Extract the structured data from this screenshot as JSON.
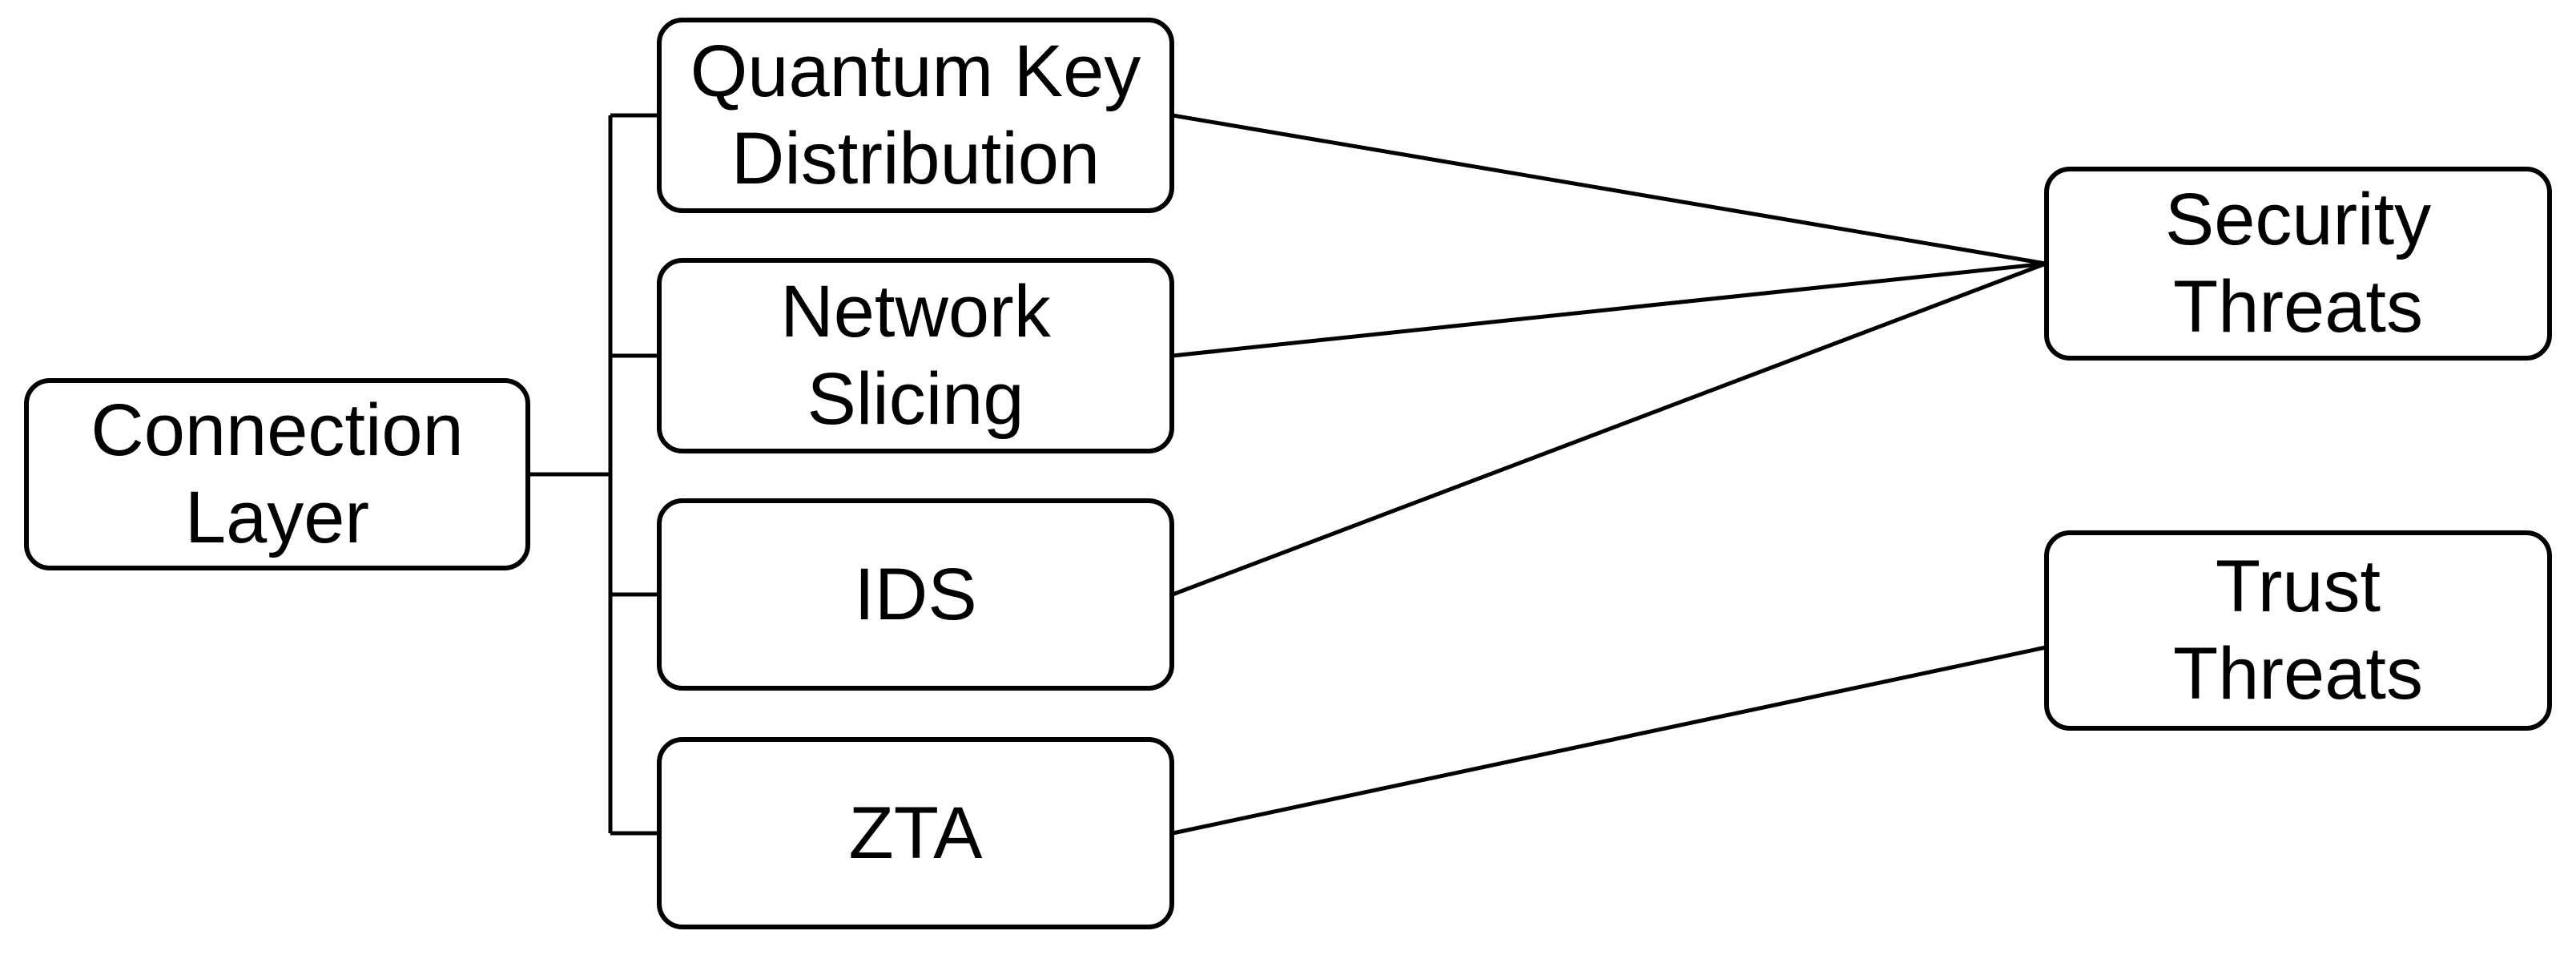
{
  "diagram": {
    "type": "flowchart",
    "background_color": "#ffffff",
    "node_fill_color": "#ffffff",
    "stroke_color": "#000000",
    "text_color": "#000000"
  },
  "nodes": {
    "connection_layer": {
      "label": "Connection Layer",
      "lines": [
        "Connection",
        "Layer"
      ]
    },
    "quantum_key_distribution": {
      "label": "Quantum Key Distribution",
      "lines": [
        "Quantum Key",
        "Distribution"
      ]
    },
    "network_slicing": {
      "label": "Network Slicing",
      "lines": [
        "Network",
        "Slicing"
      ]
    },
    "ids": {
      "label": "IDS",
      "lines": [
        "IDS"
      ]
    },
    "zta": {
      "label": "ZTA",
      "lines": [
        "ZTA"
      ]
    },
    "security_threats": {
      "label": "Security Threats",
      "lines": [
        "Security",
        "Threats"
      ]
    },
    "trust_threats": {
      "label": "Trust Threats",
      "lines": [
        "Trust",
        "Threats"
      ]
    }
  },
  "edges": [
    {
      "from": "Connection Layer",
      "to": "Quantum Key Distribution"
    },
    {
      "from": "Connection Layer",
      "to": "Network Slicing"
    },
    {
      "from": "Connection Layer",
      "to": "IDS"
    },
    {
      "from": "Connection Layer",
      "to": "ZTA"
    },
    {
      "from": "Quantum Key Distribution",
      "to": "Security Threats"
    },
    {
      "from": "Network Slicing",
      "to": "Security Threats"
    },
    {
      "from": "IDS",
      "to": "Security Threats"
    },
    {
      "from": "ZTA",
      "to": "Trust Threats"
    }
  ]
}
